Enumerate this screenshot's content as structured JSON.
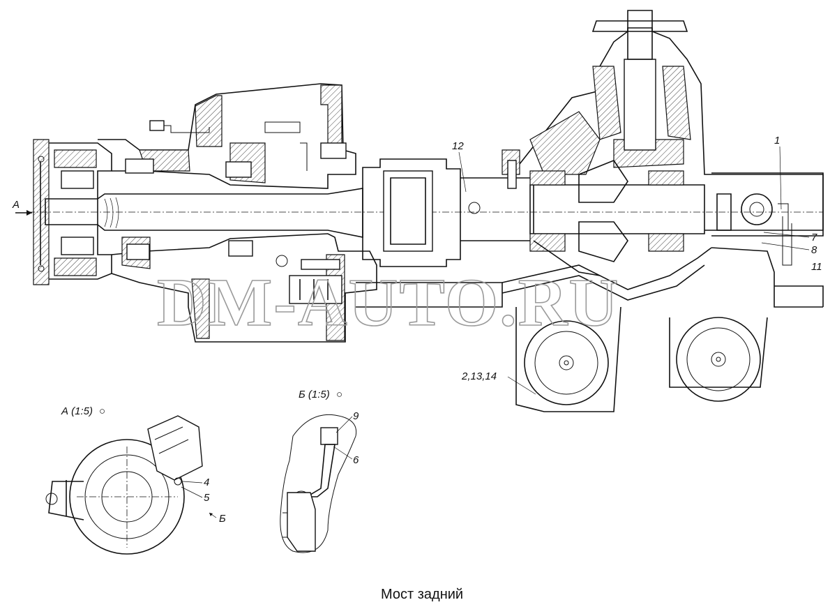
{
  "caption": "Мост задний",
  "watermark": "DM-AUTO.RU",
  "views": {
    "view_a": {
      "label": "А (1:5)",
      "marker": "○"
    },
    "view_b": {
      "label": "Б (1:5)",
      "marker": "○"
    }
  },
  "section_marks": {
    "a_arrow": "А",
    "b_arrow": "Б"
  },
  "callouts": {
    "c1": "1",
    "c12": "12",
    "c7": "7",
    "c8": "8",
    "c11": "11",
    "c2_13_14": "2,13,14",
    "c4": "4",
    "c5": "5",
    "c9": "9",
    "c6": "6"
  }
}
